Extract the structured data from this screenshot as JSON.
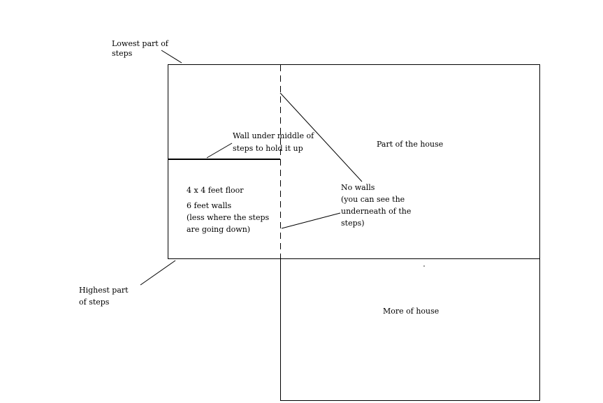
{
  "labels": {
    "lowest_steps": [
      "Lowest part of",
      "steps"
    ],
    "highest_steps": [
      "Highest part",
      "of steps"
    ],
    "wall_under_steps": [
      "Wall under middle of",
      "steps to hold it up"
    ],
    "part_of_house": "Part of the house",
    "floor_size": "4  x  4  feet floor",
    "walls_info": [
      "6  feet walls",
      "(less where the steps",
      "are going down)"
    ],
    "no_walls": [
      "No walls",
      "(you can see the",
      "underneath of the",
      "steps)"
    ],
    "more_of_house": "More of house"
  },
  "colors": {
    "line": "#000000",
    "background": "#ffffff"
  }
}
